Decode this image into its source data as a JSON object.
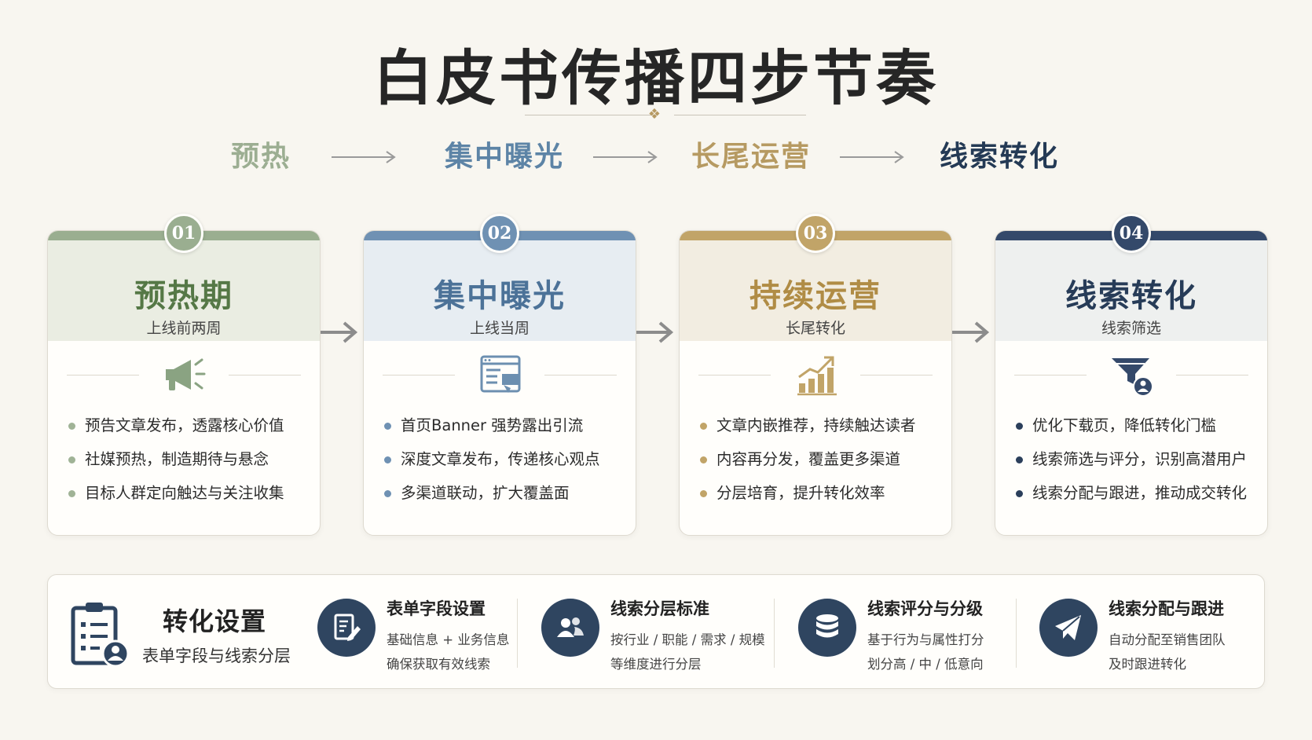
{
  "title": "白皮书传播四步节奏",
  "title_ornament": "❖",
  "flow": [
    {
      "label": "预热",
      "color": "#9cae92"
    },
    {
      "label": "集中曝光",
      "color": "#5d84a6"
    },
    {
      "label": "长尾运营",
      "color": "#b69a62"
    },
    {
      "label": "线索转化",
      "color": "#243a55"
    }
  ],
  "cards": [
    {
      "number": "01",
      "title": "预热期",
      "subtitle": "上线前两周",
      "icon": "megaphone-icon",
      "accent": "#9aae90",
      "title_color": "#557846",
      "dot": "#a0b396",
      "head_bg": "#eaede2",
      "bullets": [
        "预告文章发布，透露核心价值",
        "社媒预热，制造期待与悬念",
        "目标人群定向触达与关注收集"
      ]
    },
    {
      "number": "02",
      "title": "集中曝光",
      "subtitle": "上线当周",
      "icon": "webpage-banner-icon",
      "accent": "#6f91b3",
      "title_color": "#4c7298",
      "dot": "#6f91b3",
      "head_bg": "#e7edf2",
      "bullets": [
        "首页Banner 强势露出引流",
        "深度文章发布，传递核心观点",
        "多渠道联动，扩大覆盖面"
      ]
    },
    {
      "number": "03",
      "title": "持续运营",
      "subtitle": "长尾转化",
      "icon": "growth-chart-icon",
      "accent": "#c1a468",
      "title_color": "#b08c45",
      "dot": "#c1a468",
      "head_bg": "#f2ede1",
      "bullets": [
        "文章内嵌推荐，持续触达读者",
        "内容再分发，覆盖更多渠道",
        "分层培育，提升转化效率"
      ]
    },
    {
      "number": "04",
      "title": "线索转化",
      "subtitle": "线索筛选",
      "icon": "funnel-user-icon",
      "accent": "#34496a",
      "title_color": "#273c58",
      "dot": "#2b3f5b",
      "head_bg": "#eef0ef",
      "bullets": [
        "优化下载页，降低转化门槛",
        "线索筛选与评分，识别高潜用户",
        "线索分配与跟进，推动成交转化"
      ]
    }
  ],
  "panel": {
    "title": "转化设置",
    "subtitle": "表单字段与线索分层",
    "icon": "clipboard-user-icon",
    "features": [
      {
        "title": "表单字段设置",
        "lines": [
          "基础信息 + 业务信息",
          "确保获取有效线索"
        ],
        "icon": "form-edit-icon"
      },
      {
        "title": "线索分层标准",
        "lines": [
          "按行业 / 职能 / 需求 / 规模",
          "等维度进行分层"
        ],
        "icon": "users-icon"
      },
      {
        "title": "线索评分与分级",
        "lines": [
          "基于行为与属性打分",
          "划分高 / 中 / 低意向"
        ],
        "icon": "database-icon"
      },
      {
        "title": "线索分配与跟进",
        "lines": [
          "自动分配至销售团队",
          "及时跟进转化"
        ],
        "icon": "paper-plane-icon"
      }
    ]
  }
}
